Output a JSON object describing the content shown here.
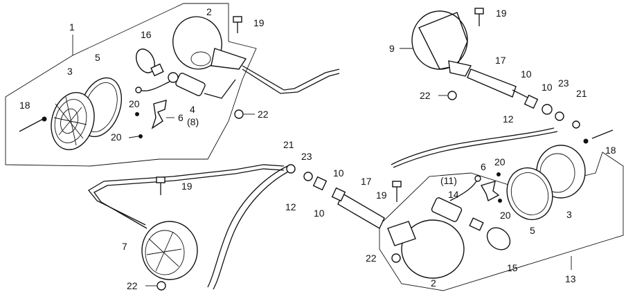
{
  "diagram": {
    "labels": {
      "c1": "1",
      "c2a": "2",
      "c19a": "19",
      "c16": "16",
      "c5a": "5",
      "c3a": "3",
      "c18a": "18",
      "c20a": "20",
      "c6a": "6",
      "c4": "4",
      "c8": "(8)",
      "c22a": "22",
      "c20b": "20",
      "c9": "9",
      "c19b": "19",
      "c17a": "17",
      "c10a": "10",
      "c10b": "10",
      "c23a": "23",
      "c21a": "21",
      "c22b": "22",
      "c12a": "12",
      "c18b": "18",
      "c21b": "21",
      "c23b": "23",
      "c10c": "10",
      "c17b": "17",
      "c10d": "10",
      "c19c": "19",
      "c12b": "12",
      "c19d": "19",
      "c11": "(11)",
      "c14": "14",
      "c6b": "6",
      "c20c": "20",
      "c20d": "20",
      "c5b": "5",
      "c3b": "3",
      "c7": "7",
      "c22c": "22",
      "c22d": "22",
      "c2b": "2",
      "c15": "15",
      "c13": "13"
    }
  }
}
